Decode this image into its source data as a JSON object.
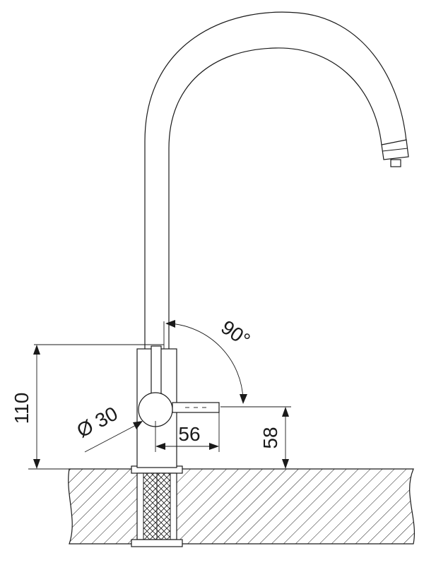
{
  "dimensions": {
    "height_total": "110",
    "diameter": "Ø 30",
    "lever_length": "56",
    "lever_height": "58",
    "swivel_angle": "90°"
  }
}
